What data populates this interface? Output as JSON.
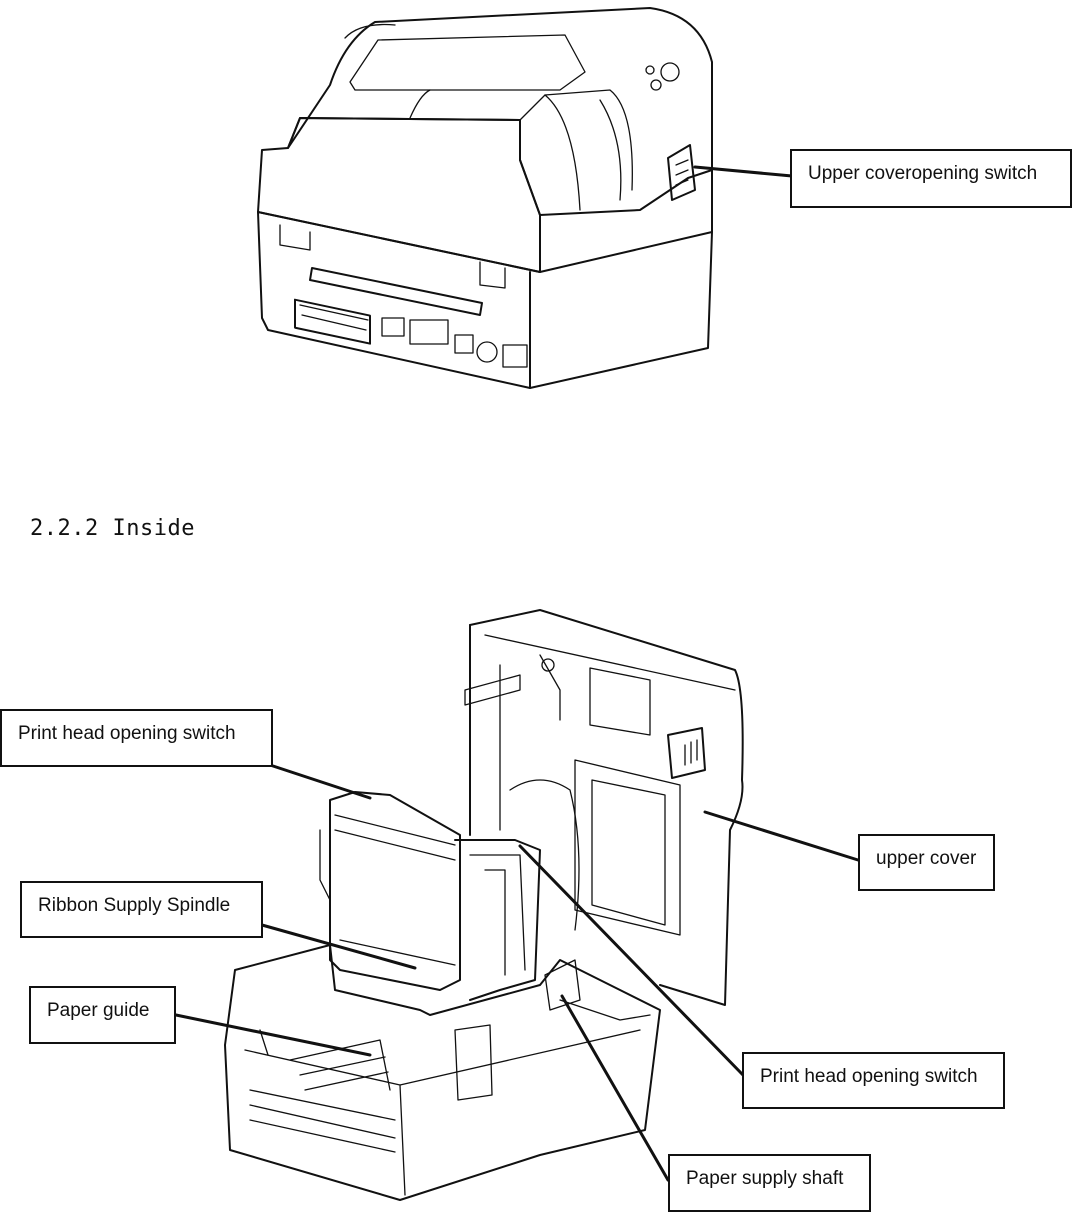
{
  "section": {
    "heading": "2.2.2 Inside"
  },
  "callouts": {
    "upper_cover_opening_switch": "Upper coveropening switch",
    "print_head_opening_switch_left": "Print head opening switch",
    "ribbon_supply_spindle": "Ribbon Supply Spindle",
    "paper_guide": "Paper guide",
    "upper_cover": "upper cover",
    "print_head_opening_switch_right": "Print head opening switch",
    "paper_supply_shaft": "Paper supply shaft"
  }
}
